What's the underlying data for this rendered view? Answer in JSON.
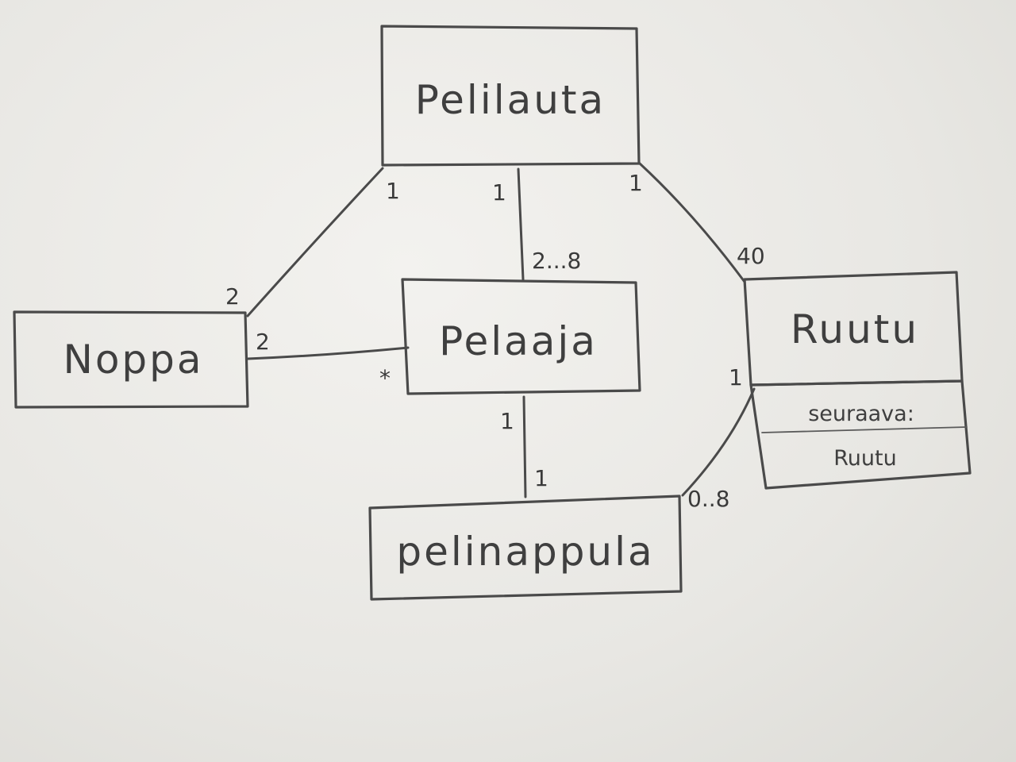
{
  "classes": {
    "pelilauta": "Pelilauta",
    "noppa": "Noppa",
    "pelaaja": "Pelaaja",
    "ruutu": "Ruutu",
    "pelinappula": "pelinappula"
  },
  "ruutu_attribute": {
    "line1": "seuraava:",
    "line2": "Ruutu"
  },
  "multiplicities": {
    "pelilauta_noppa_end": "1",
    "noppa_pelilauta_end": "2",
    "pelilauta_pelaaja_end": "1",
    "pelaaja_pelilauta_end": "2...8",
    "pelilauta_ruutu_end": "1",
    "ruutu_pelilauta_end": "40",
    "noppa_pelaaja_end": "2",
    "pelaaja_noppa_end": "*",
    "pelaaja_pelinappula_end": "1",
    "pelinappula_pelaaja_end": "1",
    "ruutu_pelinappula_end": "1",
    "pelinappula_ruutu_end": "0..8"
  }
}
